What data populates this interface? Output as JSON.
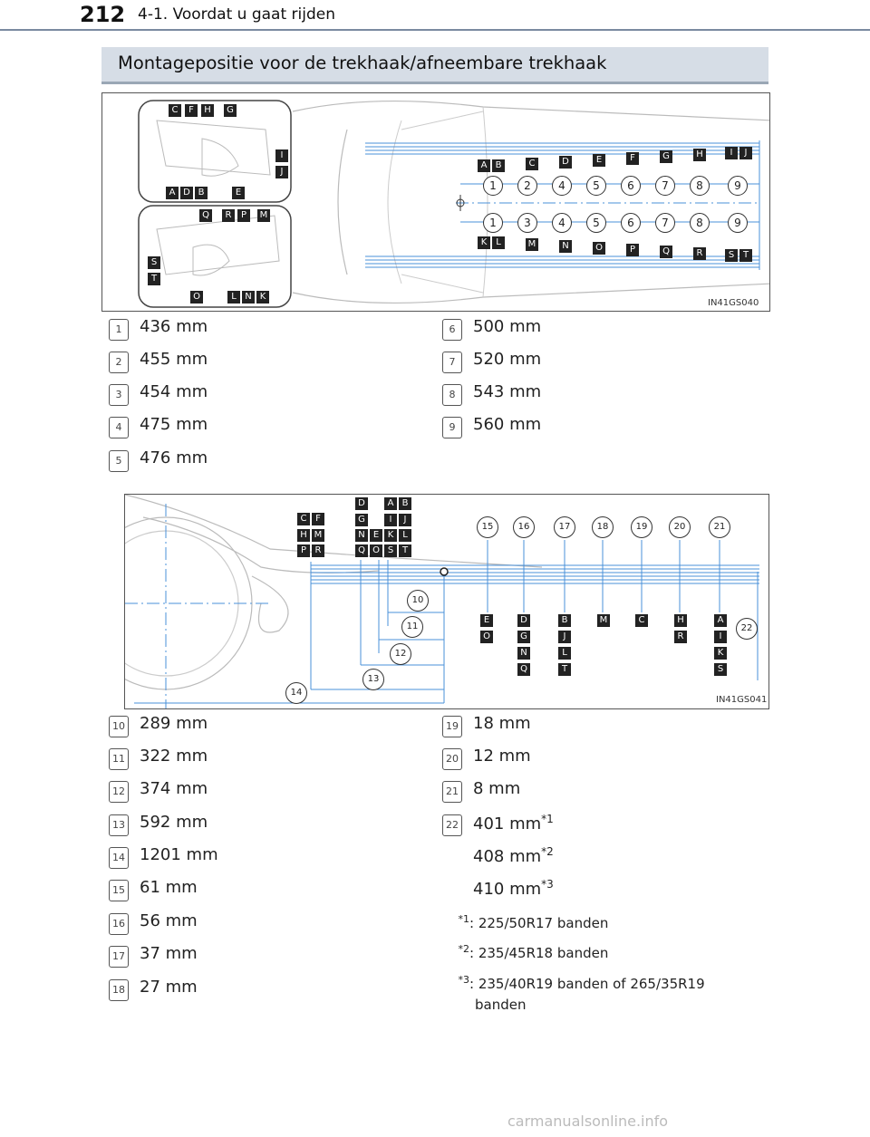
{
  "header": {
    "page_number": "212",
    "chapter": "4-1. Voordat u gaat rijden"
  },
  "section_title": "Montagepositie voor de trekhaak/afneembare trekhaak",
  "figure1": {
    "code": "IN41GS040",
    "inset_top_labels": [
      "C",
      "F",
      "H",
      "G",
      "I",
      "J",
      "A",
      "D",
      "B",
      "E"
    ],
    "inset_bottom_labels": [
      "Q",
      "R",
      "P",
      "M",
      "S",
      "T",
      "O",
      "L",
      "N",
      "K"
    ],
    "row1_letters": [
      "A",
      "B",
      "C",
      "D",
      "E",
      "F",
      "G",
      "H",
      "I",
      "J"
    ],
    "row1_numbers": [
      "1",
      "2",
      "4",
      "5",
      "6",
      "7",
      "8",
      "9"
    ],
    "row2_numbers": [
      "1",
      "3",
      "4",
      "5",
      "6",
      "7",
      "8",
      "9"
    ],
    "row2_letters": [
      "K",
      "L",
      "M",
      "N",
      "O",
      "P",
      "Q",
      "R",
      "S",
      "T"
    ]
  },
  "measurements1": [
    {
      "n": "1",
      "v": "436 mm"
    },
    {
      "n": "2",
      "v": "455 mm"
    },
    {
      "n": "3",
      "v": "454 mm"
    },
    {
      "n": "4",
      "v": "475 mm"
    },
    {
      "n": "5",
      "v": "476 mm"
    },
    {
      "n": "6",
      "v": "500 mm"
    },
    {
      "n": "7",
      "v": "520 mm"
    },
    {
      "n": "8",
      "v": "543 mm"
    },
    {
      "n": "9",
      "v": "560 mm"
    }
  ],
  "figure2": {
    "code": "IN41GS041",
    "top_grid": [
      "C",
      "F",
      "H",
      "M",
      "P",
      "R",
      "D",
      "G",
      "N",
      "Q",
      "E",
      "O",
      "A",
      "B",
      "I",
      "J",
      "K",
      "L",
      "S",
      "T"
    ],
    "callouts": [
      "15",
      "16",
      "17",
      "18",
      "19",
      "20",
      "21"
    ],
    "dims": [
      "10",
      "11",
      "12",
      "13",
      "14",
      "22"
    ],
    "col_labels": [
      "E",
      "O",
      "D",
      "G",
      "N",
      "Q",
      "B",
      "J",
      "L",
      "T",
      "M",
      "C",
      "H",
      "R",
      "A",
      "I",
      "K",
      "S"
    ]
  },
  "measurements2": [
    {
      "n": "10",
      "v": "289 mm"
    },
    {
      "n": "11",
      "v": "322 mm"
    },
    {
      "n": "12",
      "v": "374 mm"
    },
    {
      "n": "13",
      "v": "592 mm"
    },
    {
      "n": "14",
      "v": "1201 mm"
    },
    {
      "n": "15",
      "v": "61 mm"
    },
    {
      "n": "16",
      "v": "56 mm"
    },
    {
      "n": "17",
      "v": "37 mm"
    },
    {
      "n": "18",
      "v": "27 mm"
    },
    {
      "n": "19",
      "v": "18 mm"
    },
    {
      "n": "20",
      "v": "12 mm"
    },
    {
      "n": "21",
      "v": "8 mm"
    },
    {
      "n": "22",
      "v": "401 mm"
    }
  ],
  "m22_sup": "*1",
  "m22_extra": [
    {
      "v": "408 mm",
      "sup": "*2"
    },
    {
      "v": "410 mm",
      "sup": "*3"
    }
  ],
  "footnotes": [
    {
      "mark": "*1",
      "text": ": 225/50R17 banden"
    },
    {
      "mark": "*2",
      "text": ": 235/45R18 banden"
    },
    {
      "mark": "*3",
      "text": ": 235/40R19 banden of 265/35R19"
    }
  ],
  "footnote3_cont": "banden",
  "watermark": "carmanualsonline.info"
}
